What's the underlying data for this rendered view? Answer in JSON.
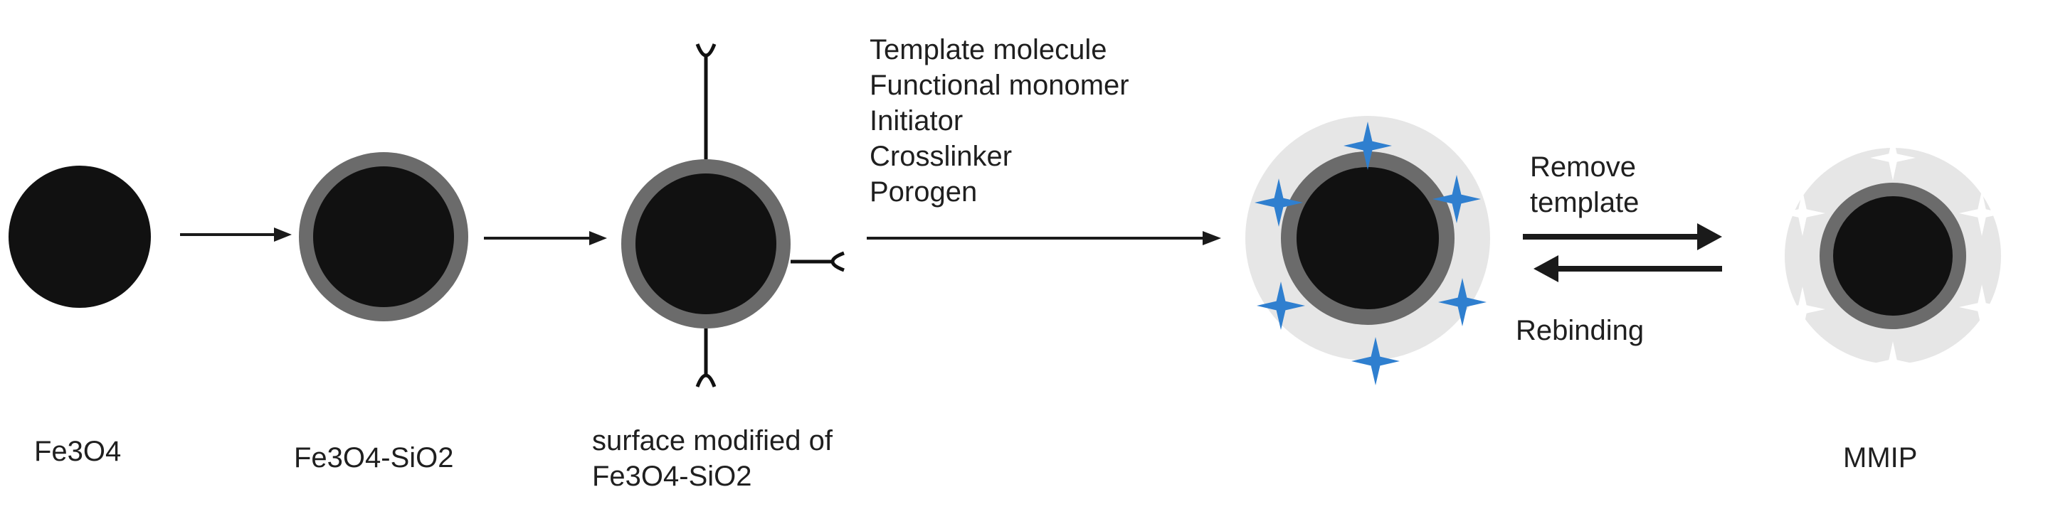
{
  "stages": [
    {
      "label_lines": [
        "Fe3O4"
      ]
    },
    {
      "label_lines": [
        "Fe3O4-SiO2"
      ]
    },
    {
      "label_lines": [
        "surface modified of",
        "Fe3O4-SiO2"
      ]
    },
    {
      "label_lines": []
    },
    {
      "label_lines": [
        "MMIP"
      ]
    }
  ],
  "reagents": [
    "Template molecule",
    "Functional monomer",
    "Initiator",
    "Crosslinker",
    "Porogen"
  ],
  "forward_label_lines": [
    "Remove",
    "template"
  ],
  "reverse_label": "Rebinding",
  "colors": {
    "core": "#111111",
    "silica_shell": "#6b6b6b",
    "polymer_layer": "#e6e6e6",
    "template_star": "#2f7fcf",
    "cavity": "#ffffff",
    "arrow": "#1a1a1a",
    "text": "#1f1f1f"
  }
}
